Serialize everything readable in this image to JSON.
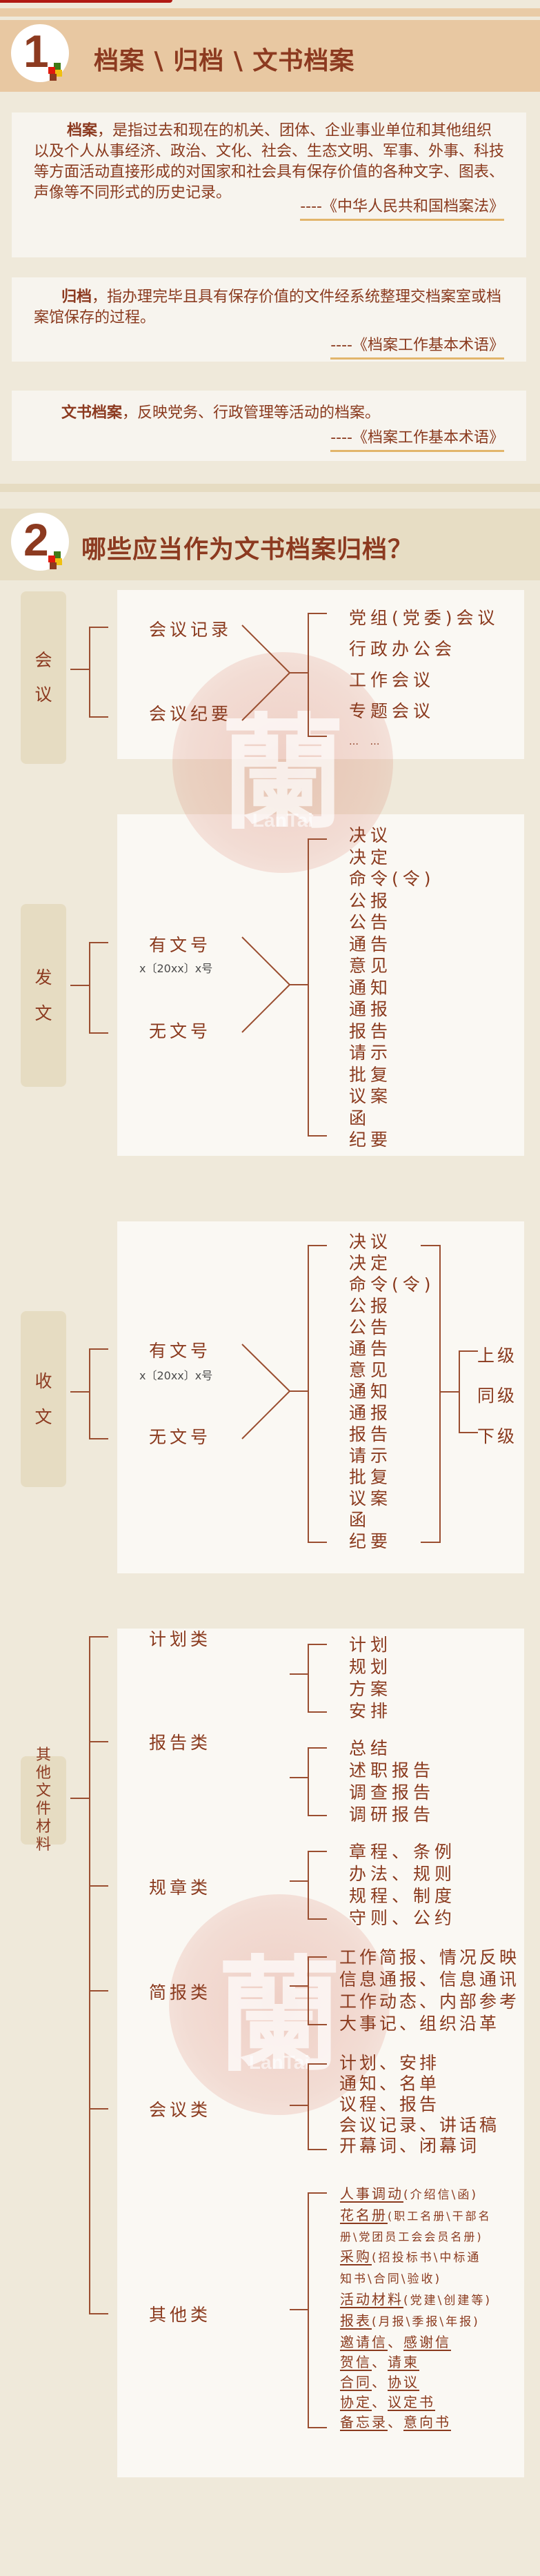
{
  "section1": {
    "number": "1",
    "title": "档案 \\ 归档 \\ 文书档案",
    "definitions": [
      {
        "term": "档案",
        "text": "，是指过去和现在的机关、团体、企业事业单位和其他组织以及个人从事经济、政治、文化、社会、生态文明、军事、外事、科技等方面活动直接形成的对国家和社会具有保存价值的各种文字、图表、声像等不同形式的历史记录。",
        "source": "----《中华人民共和国档案法》"
      },
      {
        "term": "归档",
        "text": "，指办理完毕且具有保存价值的文件经系统整理交档案室或档案馆保存的过程。",
        "source": "----《档案工作基本术语》"
      },
      {
        "term": "文书档案",
        "text": "，反映党务、行政管理等活动的档案。",
        "source": "----《档案工作基本术语》"
      }
    ]
  },
  "section2": {
    "number": "2",
    "title": "哪些应当作为文书档案归档？",
    "watermark": {
      "glyph": "蘭",
      "text": "LanTai"
    },
    "meeting": {
      "category": [
        "会",
        "议"
      ],
      "branches": [
        "会议记录",
        "会议纪要"
      ],
      "items": [
        "党组(党委)会议",
        "行政办公会",
        "工作会议",
        "专题会议",
        "… …"
      ]
    },
    "outgoing": {
      "category": [
        "发",
        "文"
      ],
      "branches": [
        "有文号",
        "无文号"
      ],
      "number_format": "x〔20xx〕x号",
      "items": [
        "决议",
        "决定",
        "命令(令)",
        "公报",
        "公告",
        "通告",
        "意见",
        "通知",
        "通报",
        "报告",
        "请示",
        "批复",
        "议案",
        "函",
        "纪要"
      ]
    },
    "incoming": {
      "category": [
        "收",
        "文"
      ],
      "branches": [
        "有文号",
        "无文号"
      ],
      "number_format": "x〔20xx〕x号",
      "items": [
        "决议",
        "决定",
        "命令(令)",
        "公报",
        "公告",
        "通告",
        "意见",
        "通知",
        "通报",
        "报告",
        "请示",
        "批复",
        "议案",
        "函",
        "纪要"
      ],
      "levels": [
        "上级",
        "同级",
        "下级"
      ]
    },
    "other": {
      "category": [
        "其",
        "他",
        "文",
        "件",
        "材",
        "料"
      ],
      "groups": [
        {
          "name": "计划类",
          "items": [
            "计划",
            "规划",
            "方案",
            "安排"
          ]
        },
        {
          "name": "报告类",
          "items": [
            "总结",
            "述职报告",
            "调查报告",
            "调研报告"
          ]
        },
        {
          "name": "规章类",
          "items": [
            "章程、条例",
            "办法、规则",
            "规程、制度",
            "守则、公约"
          ]
        },
        {
          "name": "简报类",
          "items": [
            "工作简报、情况反映",
            "信息通报、信息通讯",
            "工作动态、内部参考",
            "大事记、组织沿革"
          ]
        },
        {
          "name": "会议类",
          "items": [
            "计划、安排",
            "通知、名单",
            "议程、报告",
            "会议记录、讲话稿",
            "开幕词、闭幕词"
          ]
        },
        {
          "name": "其他类",
          "items": [
            {
              "main": "人事调动",
              "note": "(介绍信\\函)"
            },
            {
              "main": "花名册",
              "note": "(职工名册\\干部名"
            },
            {
              "main": "",
              "note": "册\\党团员工会会员名册)"
            },
            {
              "main": "采购",
              "note": "(招投标书\\中标通"
            },
            {
              "main": "",
              "note": "知书\\合同\\验收)"
            },
            {
              "main": "活动材料",
              "note": "(党建\\创建等)"
            },
            {
              "main": "报表",
              "note": "(月报\\季报\\年报)"
            },
            {
              "main": "邀请信",
              "sep": "、",
              "main2": "感谢信"
            },
            {
              "main": "贺信",
              "sep": "、",
              "main2": "请柬"
            },
            {
              "main": "合同",
              "sep": "、",
              "main2": "协议"
            },
            {
              "main": "协定",
              "sep": "、",
              "main2": "议定书"
            },
            {
              "main": "备忘录",
              "sep": "、",
              "main2": "意向书"
            }
          ]
        }
      ]
    }
  }
}
